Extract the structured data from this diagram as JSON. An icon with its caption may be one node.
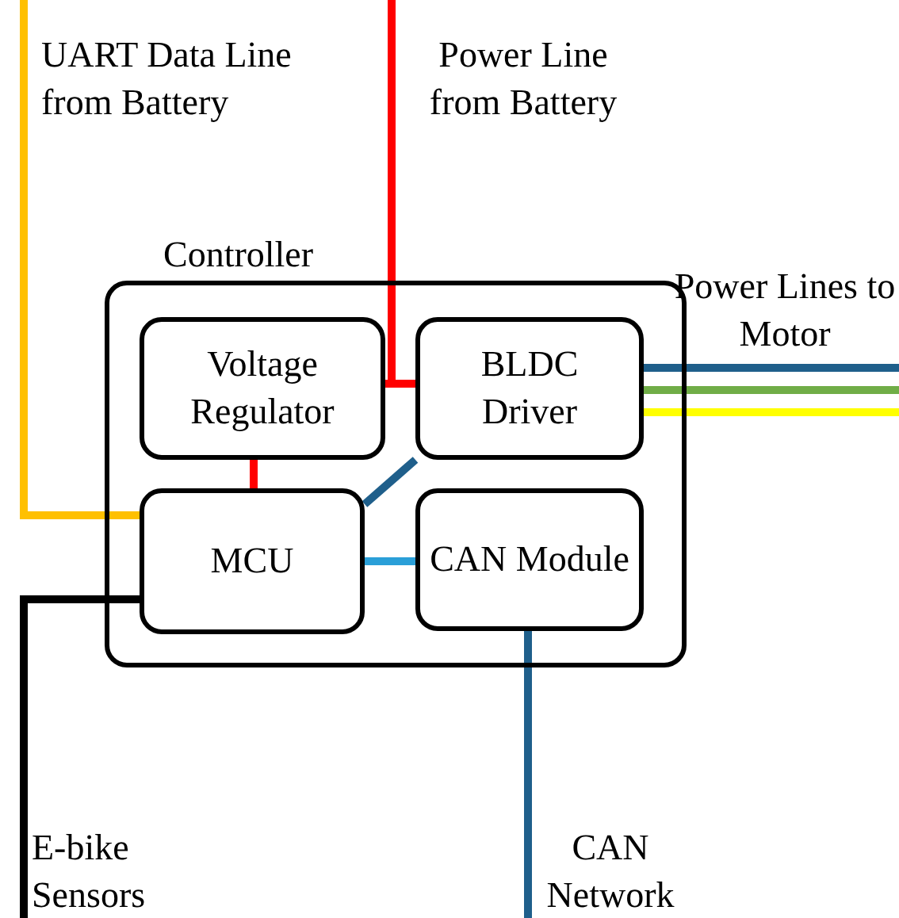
{
  "diagram": {
    "nodes": [
      {
        "text": [
          "Controller"
        ]
      },
      {
        "text": [
          "Voltage Regulator"
        ],
        "in": 0
      },
      {
        "text": [
          "BLDC Driver"
        ],
        "in": 0
      },
      {
        "text": [
          "MCU"
        ],
        "in": 0
      },
      {
        "text": [
          "CAN Module"
        ],
        "in": 0
      }
    ],
    "edges": [
      {
        "from": null,
        "to": 3,
        "arrow": "none",
        "color": "#ffc000"
      },
      {
        "from": null,
        "to": 1,
        "arrow": "none",
        "color": "#ff0000"
      },
      {
        "from": null,
        "to": 2,
        "arrow": "none",
        "color": "#ff0000"
      },
      {
        "from": 1,
        "to": 3,
        "arrow": "none",
        "color": "#ff0000"
      },
      {
        "from": 3,
        "to": 2,
        "arrow": "none",
        "color": "#1f5f8b"
      },
      {
        "from": 3,
        "to": 4,
        "arrow": "none",
        "color": "#2a9fd8"
      },
      {
        "from": 2,
        "to": null,
        "arrow": "none",
        "color": "#1f5f8b"
      },
      {
        "from": 2,
        "to": null,
        "arrow": "none",
        "color": "#70ad47"
      },
      {
        "from": 2,
        "to": null,
        "arrow": "none",
        "color": "#ffff00"
      },
      {
        "from": 3,
        "to": null,
        "arrow": "none",
        "color": "#000000"
      },
      {
        "from": 4,
        "to": null,
        "arrow": "none",
        "color": "#1f5f8b"
      }
    ],
    "labels": [
      "UART Data Line from Battery",
      "Power Line from Battery",
      "Power Lines to Motor",
      "E-bike Sensors",
      "CAN Network"
    ]
  }
}
